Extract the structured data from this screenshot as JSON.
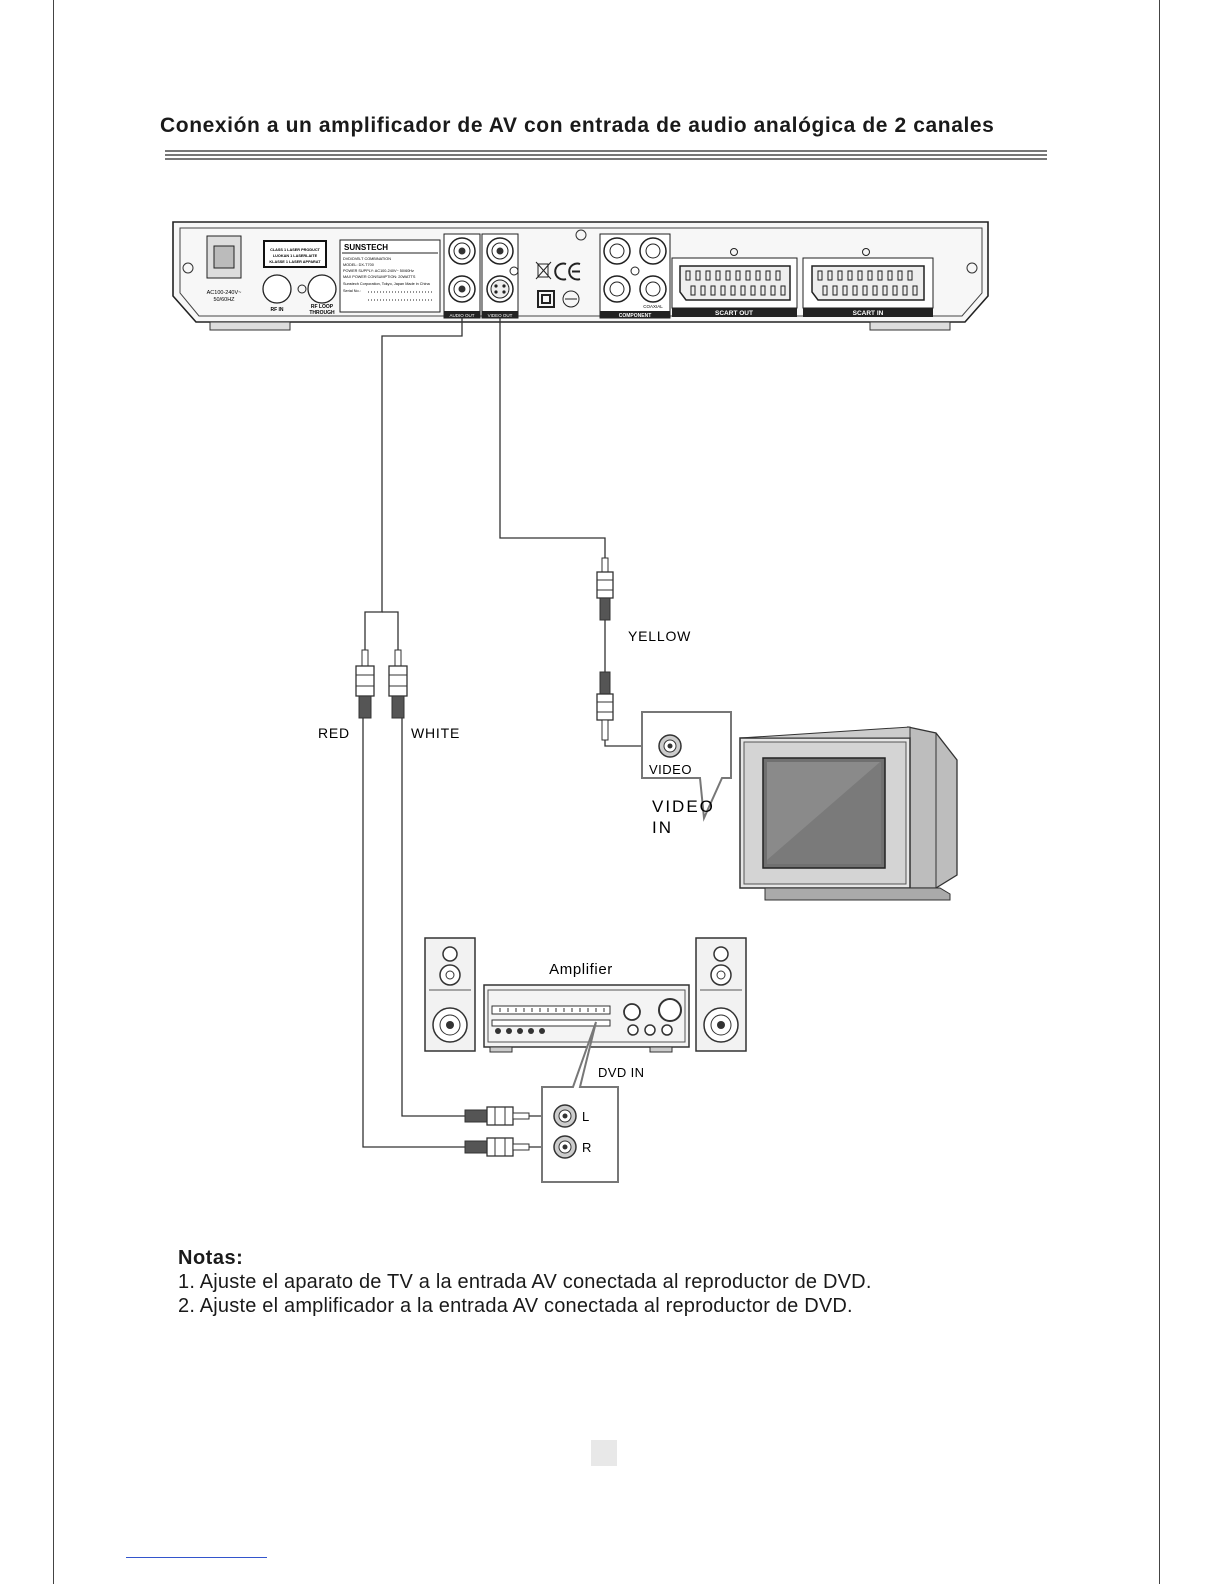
{
  "page": {
    "title": "Conexión a un amplificador de AV con entrada de audio analógica de 2 canales"
  },
  "dvd_panel": {
    "brand": "SUNSTECH",
    "label_lines": [
      "DVD/DVB-T COMBINATION",
      "MODEL: DX-T700",
      "POWER SUPPLY: AC100-240V~ 50/60Hz",
      "MAX POWER CONSUMPTION: 20WATTS",
      "Sunstech Corporation, Tokyo, Japan    Made in China",
      "Serial No.:"
    ],
    "laser_lines": [
      "CLASS 1 LASER PRODUCT",
      "LUOKAN 1 LASERLAITE",
      "KLASSE 1 LASER APPARAT"
    ],
    "power_rating": [
      "AC100-240V~",
      "50/60HZ"
    ],
    "rf_in": "RF IN",
    "rf_loop": [
      "RF LOOP",
      "THROUGH"
    ],
    "audio_out": "AUDIO OUT",
    "video_out": "VIDEO OUT",
    "component": "COMPONENT",
    "coaxial": "COAXIAL",
    "scart_out": "SCART OUT",
    "scart_in": "SCART IN"
  },
  "labels": {
    "yellow": "YELLOW",
    "red": "RED",
    "white": "WHITE",
    "video_jack": "VIDEO",
    "video_in_line1": "VIDEO",
    "video_in_line2": "IN",
    "amplifier": "Amplifier",
    "dvd_in": "DVD IN",
    "left": "L",
    "right": "R"
  },
  "notes": {
    "heading": "Notas:",
    "items": [
      "1. Ajuste el aparato de TV a la entrada AV conectada al reproductor de DVD.",
      "2. Ajuste el amplificador a la entrada AV conectada al reproductor de DVD."
    ]
  }
}
